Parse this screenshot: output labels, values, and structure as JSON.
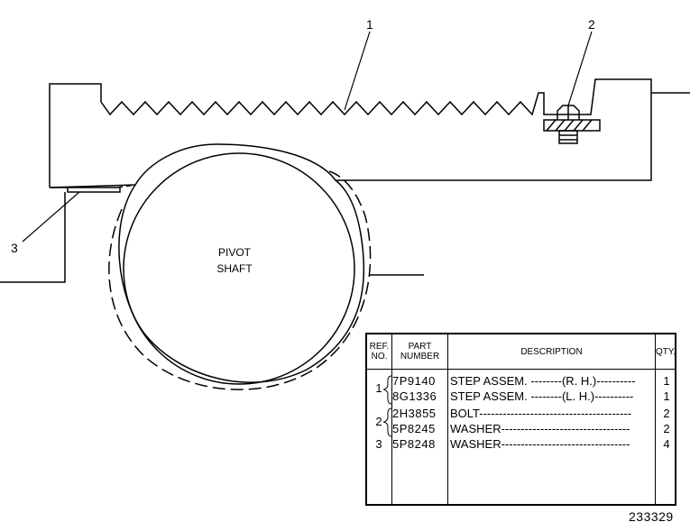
{
  "callouts": [
    "1",
    "2",
    "3"
  ],
  "shaft_label": [
    "PIVOT",
    "SHAFT"
  ],
  "table": {
    "headers": {
      "ref": [
        "REF.",
        "NO."
      ],
      "part": [
        "PART",
        "NUMBER"
      ],
      "desc": "DESCRIPTION",
      "qty": "QTY."
    },
    "rows": [
      {
        "ref": "1",
        "part": "7P9140",
        "desc": "STEP ASSEM. --------(R. H.)----------",
        "qty": "1"
      },
      {
        "ref": "",
        "part": "8G1336",
        "desc": "STEP ASSEM. --------(L. H.)----------",
        "qty": "1"
      },
      {
        "ref": "2",
        "part": "2H3855",
        "desc": "BOLT---------------------------------------",
        "qty": "2"
      },
      {
        "ref": "",
        "part": "5P8245",
        "desc": "WASHER---------------------------------",
        "qty": "2"
      },
      {
        "ref": "3",
        "part": "5P8248",
        "desc": "WASHER---------------------------------",
        "qty": "4"
      }
    ]
  },
  "drawing_number": "233329"
}
